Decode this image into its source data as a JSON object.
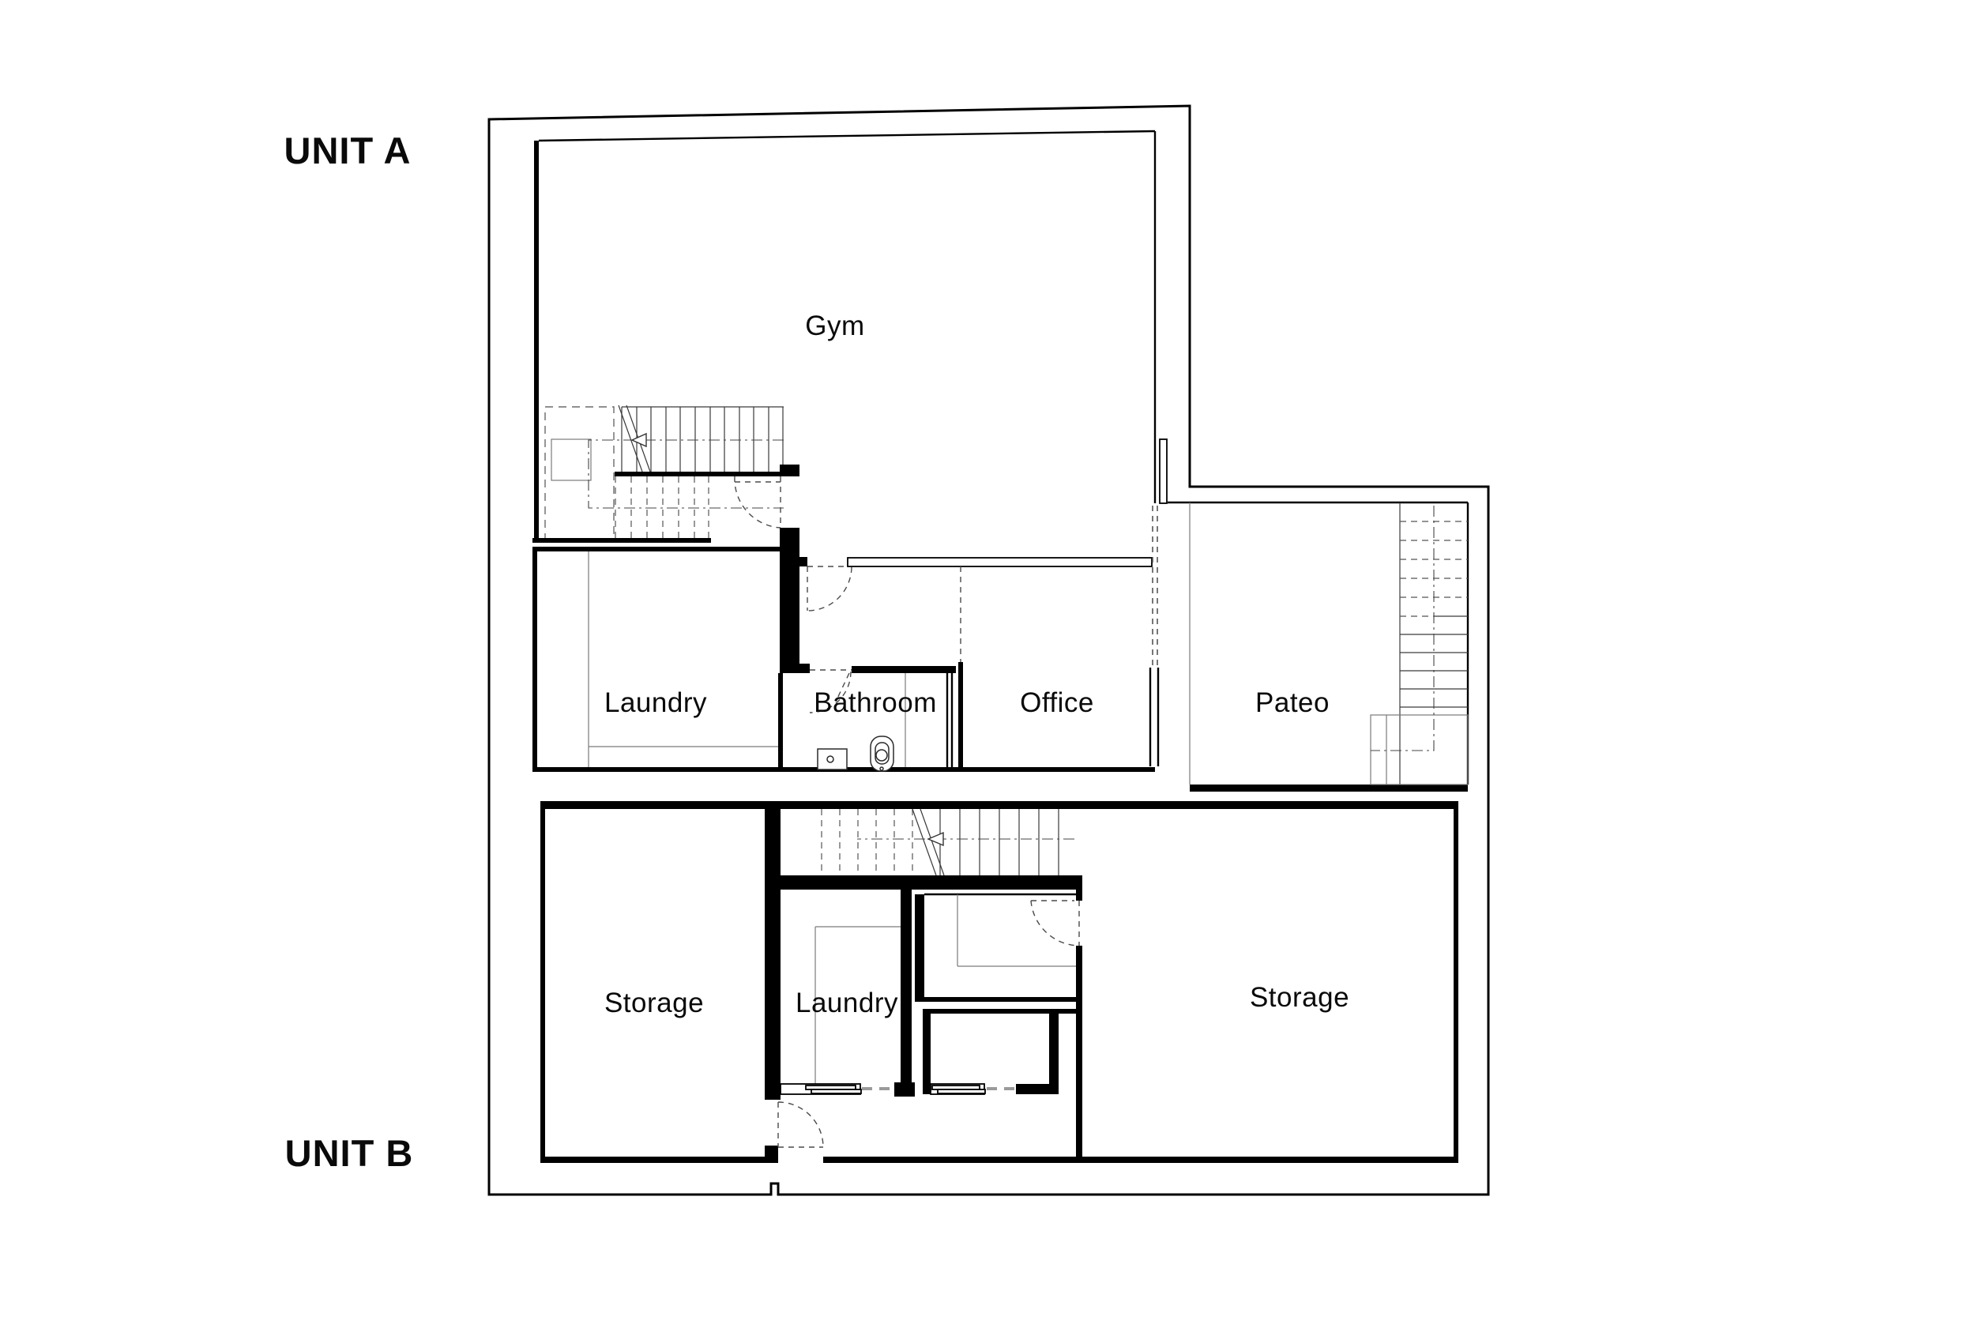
{
  "drawing": {
    "type": "architectural-floor-plan",
    "background": "#ffffff",
    "wall_color": "#000000",
    "dashed_line_color": "#555555",
    "thin_line_color": "#7a7a7a",
    "connector_dash_color": "#9a9a9a"
  },
  "units": {
    "unit_a": {
      "label": "UNIT A"
    },
    "unit_b": {
      "label": "UNIT B"
    }
  },
  "rooms": {
    "gym": {
      "label": "Gym"
    },
    "laundry_a": {
      "label": "Laundry"
    },
    "bathroom": {
      "label": "Bathroom"
    },
    "office": {
      "label": "Office"
    },
    "pateo": {
      "label": "Pateo"
    },
    "storage_left": {
      "label": "Storage"
    },
    "laundry_b": {
      "label": "Laundry"
    },
    "storage_right": {
      "label": "Storage"
    }
  },
  "features": {
    "stair_unit_a": "staircase with down-arrow, dashed void below",
    "stair_unit_b": "staircase with down-arrow, dashed upper flight",
    "stair_pateo": "exterior stair along patio right edge",
    "doors": [
      "hall-door",
      "office-door",
      "bathroom-door",
      "storage-right-door",
      "corridor-exit-door"
    ],
    "sliding_doors": 2,
    "fixtures": [
      "sink",
      "toilet"
    ]
  }
}
